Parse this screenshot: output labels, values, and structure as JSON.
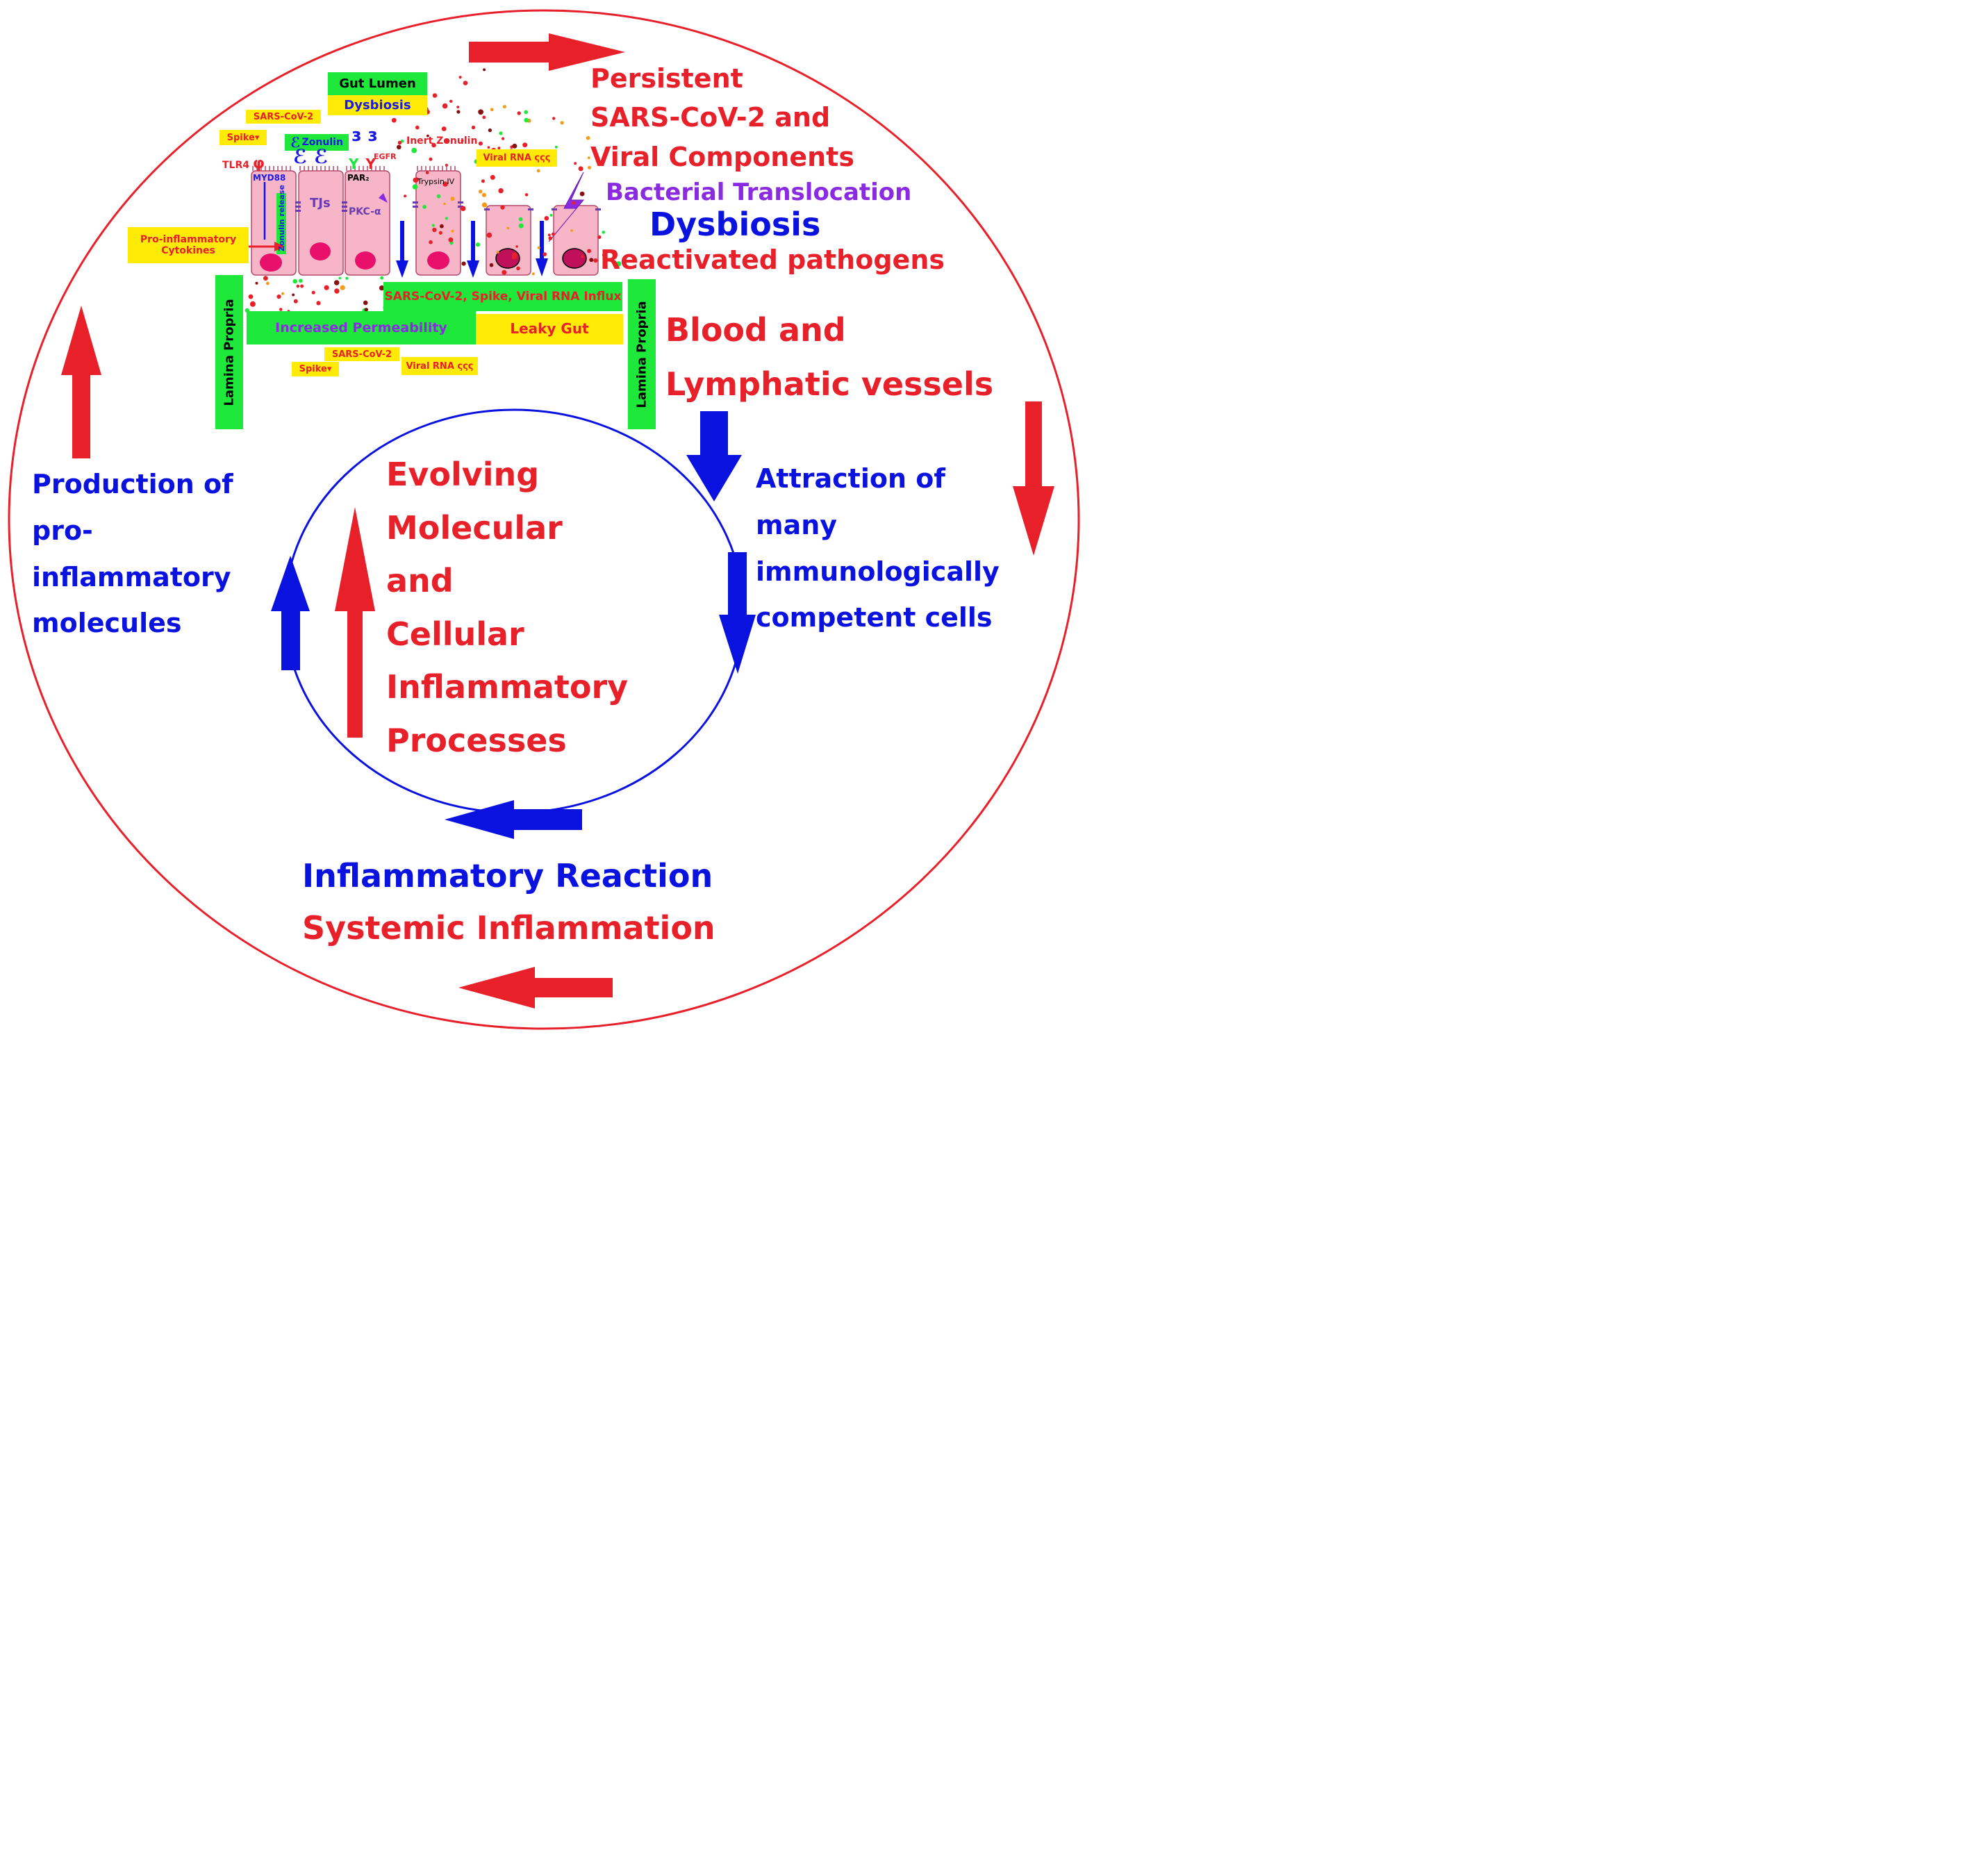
{
  "outer_labels": {
    "persistent": [
      "Persistent",
      "SARS-CoV-2 and",
      "Viral Components"
    ],
    "bacterial_translocation": "Bacterial Translocation",
    "dysbiosis": "Dysbiosis",
    "reactivated": "Reactivated pathogens",
    "blood_vessels": [
      "Blood and",
      "Lymphatic vessels"
    ],
    "attraction": [
      "Attraction of",
      "many",
      "immunologically",
      "competent cells"
    ],
    "production": [
      "Production of",
      "pro-",
      "inflammatory",
      "molecules"
    ],
    "evolving": [
      "Evolving",
      "Molecular",
      "and",
      "Cellular",
      "Inflammatory",
      "Processes"
    ],
    "inflammatory_reaction": "Inflammatory Reaction",
    "systemic_inflammation": "Systemic Inflammation"
  },
  "gut": {
    "gut_lumen": "Gut Lumen",
    "lumen_dysbiosis": "Dysbiosis",
    "sars_cov2_top": "SARS-CoV-2",
    "spike_top": "Spike▾",
    "zonulin": "Zonulin",
    "tlr4": "TLR4",
    "myd88": "MYD88",
    "inert_zonulin": "Inert Zonulin",
    "egfr": "EGFR",
    "par2": "PAR₂",
    "trypsin": "Trypsin IV",
    "viral_rna_top": "Viral RNA ςςς",
    "tjs": "TJs",
    "pkc": "PKC-α",
    "zonulin_release": "Zonulin release",
    "pro_inflammatory_cytokines": [
      "Pro-inflammatory",
      "Cytokines"
    ],
    "influx": "SARS-CoV-2, Spike, Viral RNA  Influx",
    "increased_permeability": "Increased Permeability",
    "leaky_gut": "Leaky Gut",
    "sars_cov2_bottom": "SARS-CoV-2",
    "spike_bottom": "Spike▾",
    "viral_rna_bottom": "Viral RNA ςςς",
    "lamina_propria_left": "Lamina Propria",
    "lamina_propria_right": "Lamina Propria"
  },
  "colors": {
    "red": "#e8202a",
    "blue": "#0a12e0",
    "green_box": "#1ee83a",
    "yellow_box": "#ffeb05",
    "cell_pink": "#f6b6c8",
    "nucleus": "#e8106a",
    "purple": "#8a2be2"
  }
}
